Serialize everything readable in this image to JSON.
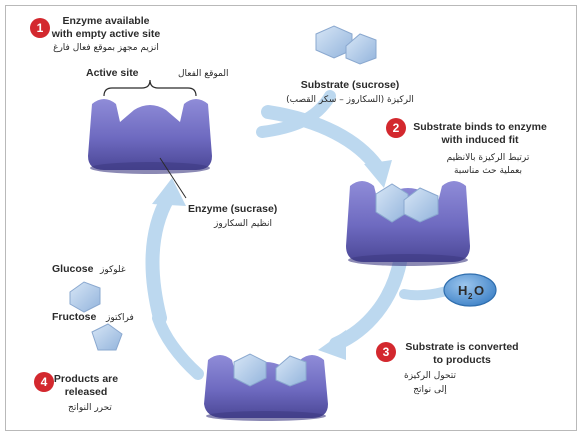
{
  "step1": {
    "number": "1",
    "title_line1": "Enzyme available",
    "title_line2": "with empty active site",
    "arabic": "انزيم مجهز بموقع فعال فارغ"
  },
  "active_site": {
    "label": "Active site",
    "arabic": "الموقع الفعال"
  },
  "enzyme": {
    "label": "Enzyme (sucrase)",
    "arabic": "انظيم السكاروز"
  },
  "substrate": {
    "label": "Substrate (sucrose)",
    "arabic": "الركيزة (السكاروز – سكر القصب)"
  },
  "step2": {
    "number": "2",
    "title_line1": "Substrate binds to enzyme",
    "title_line2": "with induced fit",
    "arabic_line1": "ترتبط الركيزة بالانظيم",
    "arabic_line2": "بعملية حث مناسبة"
  },
  "water": {
    "label_main": "H",
    "label_sub": "2",
    "label_tail": "O"
  },
  "step3": {
    "number": "3",
    "title_line1": "Substrate is converted",
    "title_line2": "to products",
    "arabic_line1": "تتحول الركيزة",
    "arabic_line2": "إلى نواتج"
  },
  "step4": {
    "number": "4",
    "title_line1": "Products are",
    "title_line2": "released",
    "arabic": "تحرر النواتج"
  },
  "glucose": {
    "label": "Glucose",
    "arabic": "غلوكوز"
  },
  "fructose": {
    "label": "Fructose",
    "arabic": "فراكتوز"
  },
  "colors": {
    "badge_red": "#d3282e",
    "enzyme_purple": "#6f6bc0",
    "substrate_blue": "#9fbde0",
    "arrow_blue": "#b8d6ee",
    "water_blue": "#4b8fd0"
  }
}
